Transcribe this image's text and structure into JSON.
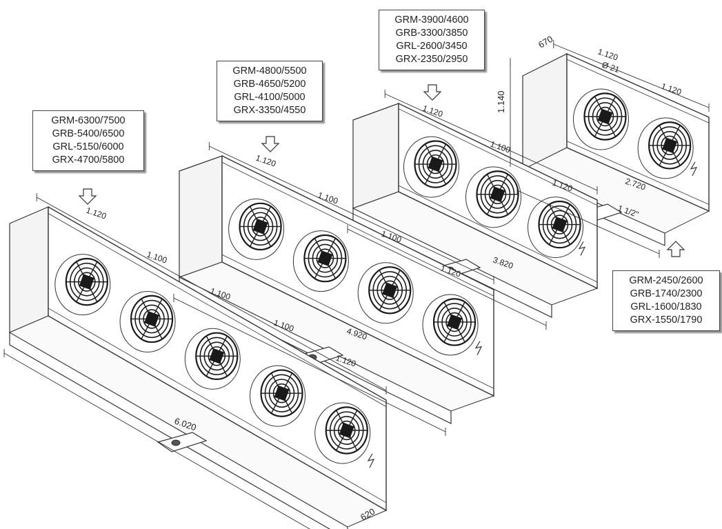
{
  "labels": {
    "unit5": [
      "GRM-6300/7500",
      "GRB-5400/6500",
      "GRL-5150/6000",
      "GRX-4700/5800"
    ],
    "unit4": [
      "GRM-4800/5500",
      "GRB-4650/5200",
      "GRL-4100/5000",
      "GRX-3350/4550"
    ],
    "unit3": [
      "GRM-3900/4600",
      "GRB-3300/3850",
      "GRL-2600/3450",
      "GRX-2350/2950"
    ],
    "unit2": [
      "GRM-2450/2600",
      "GRB-1740/2300",
      "GRL-1600/1830",
      "GRX-1550/1790"
    ]
  },
  "dimensions": {
    "fan_pitch_end": "1.120",
    "fan_pitch_mid": "1.100",
    "length_5fan": "6.020",
    "length_4fan": "4.920",
    "length_3fan": "3.820",
    "length_2fan": "2.720",
    "width_620": "620",
    "width_670": "670",
    "height": "1.140",
    "pipe_diameter": "Ø 21",
    "drain": "1 1/2\""
  },
  "colors": {
    "line": "#333333",
    "fan": "#1a1a1a",
    "shadow": "#777777"
  }
}
